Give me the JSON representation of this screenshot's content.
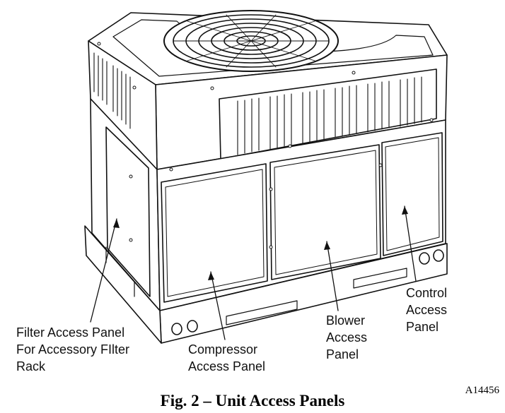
{
  "figure": {
    "caption": "Fig. 2 – Unit Access Panels",
    "id": "A14456"
  },
  "callouts": {
    "filter": "Filter Access Panel\nFor Accessory FIlter\nRack",
    "compressor": "Compressor\nAccess Panel",
    "blower": "Blower\nAccess\nPanel",
    "control": "Control\nAccess\nPanel"
  },
  "colors": {
    "line": "#111111",
    "background": "#ffffff"
  }
}
